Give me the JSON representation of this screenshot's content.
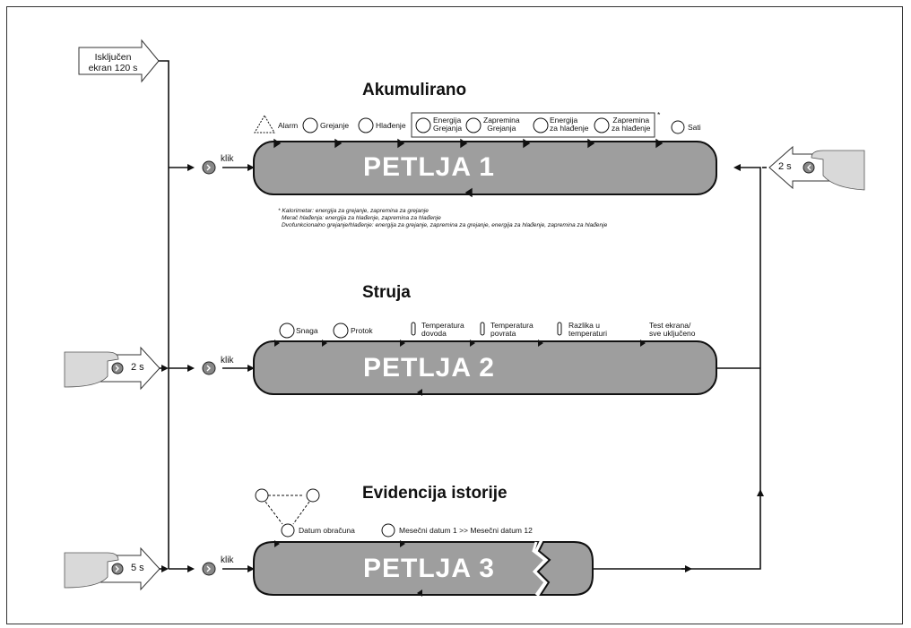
{
  "start_box": {
    "line1": "Isključen",
    "line2": "ekran 120 s"
  },
  "loops": [
    {
      "title": "Akumulirano",
      "name": "PETLJA 1",
      "enter_label": "klik",
      "items": [
        "Alarm",
        "Grejanje",
        "Hlađenje",
        "Energija\nGrejanja",
        "Zapremina\nGrejanja",
        "Energija\nza hlađenje",
        "Zapremina\nza hlađenje",
        "Sati"
      ],
      "asterisk": "*",
      "footnote": [
        "* Kalorimetar: energija za grejanje, zapremina za grejanje",
        "Merač hlađenja: energija za hlađenje, zapremina za hlađenje",
        "Dvofunkcionalno grejanje/hlađenje: energija za grejanje, zapremina za grejanje, energija za hlađenje, zapremina za hlađenje"
      ]
    },
    {
      "title": "Struja",
      "name": "PETLJA 2",
      "enter_label": "klik",
      "items": [
        "Snaga",
        "Protok",
        "Temperatura\ndovoda",
        "Temperatura\npovrata",
        "Razlika u\ntemperaturi",
        "Test ekrana/\nsve uključeno"
      ]
    },
    {
      "title": "Evidencija istorije",
      "name": "PETLJA 3",
      "enter_label": "klik",
      "items": [
        "Datum obračuna",
        "Mesečni datum 1 >> Mesečni datum 12"
      ]
    }
  ],
  "hold_arrows": {
    "right": "2 s",
    "left_mid": "2 s",
    "left_bottom": "5 s"
  },
  "icons": [
    "alarm-icon",
    "flame-icon",
    "snowflake-icon",
    "heat-wave-icon",
    "flow-icon",
    "stopwatch-icon",
    "thermometer-icon",
    "button-press-icon",
    "hand-icon"
  ]
}
